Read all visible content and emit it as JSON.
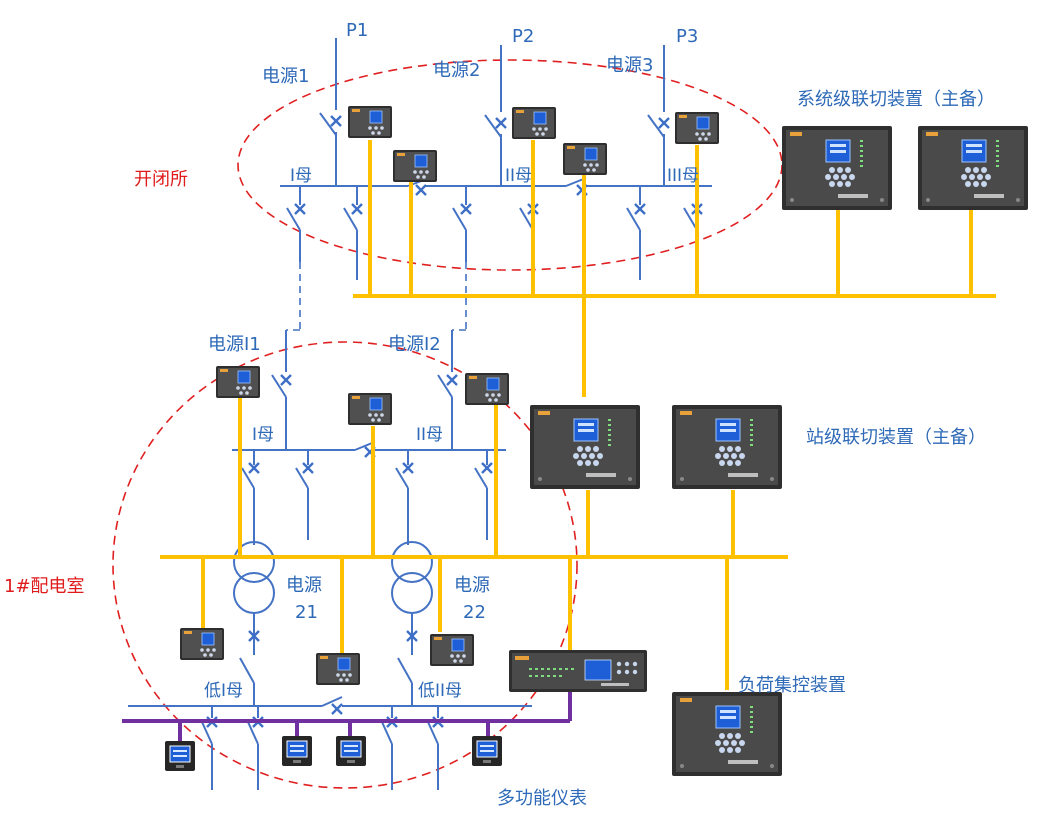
{
  "labels": {
    "p1": "P1",
    "p2": "P2",
    "p3": "P3",
    "src1": "电源1",
    "src2": "电源2",
    "src3": "电源3",
    "bus1": "I母",
    "bus2": "II母",
    "bus3": "III母",
    "kaibisuo": "开闭所",
    "sys_device": "系统级联切装置（主备）",
    "srcI1": "电源I1",
    "srcI2": "电源I2",
    "busI": "I母",
    "busII": "II母",
    "station_device": "站级联切装置（主备）",
    "room": "1#配电室",
    "src21_a": "电源",
    "src21_b": "21",
    "src22_a": "电源",
    "src22_b": "22",
    "low_bus1": "低I母",
    "low_bus2": "低II母",
    "load_device": "负荷集控装置",
    "meters": "多功能仪表"
  },
  "colors": {
    "line": "#4472c4",
    "signal": "#ffc000",
    "lowbus": "#7030a0",
    "region": "#e02020",
    "text": "#2e6ab7",
    "device_body": "#3a3a3a",
    "device_panel": "#1e5fd8"
  },
  "icons": {
    "breaker": "breaker-x-icon",
    "relay": "relay-unit-icon",
    "rack": "rack-device-icon",
    "meter": "meter-icon",
    "transformer": "transformer-icon"
  }
}
